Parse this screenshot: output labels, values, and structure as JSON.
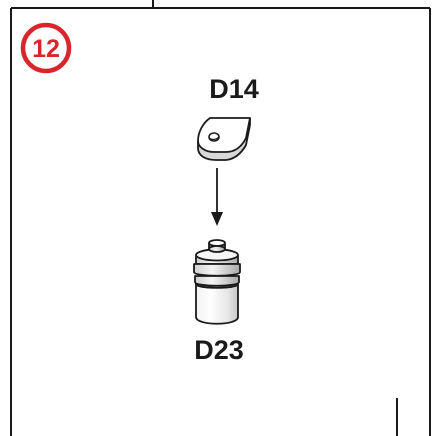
{
  "step": {
    "number": "12",
    "badge_color": "#d9262c"
  },
  "parts": {
    "top_label": "D14",
    "bottom_label": "D23"
  },
  "diagram": {
    "line_color": "#1a1a1a",
    "arrow_icon": "arrow-down-icon",
    "top_part_icon": "d14-bracket-piece-icon",
    "bottom_part_icon": "d23-cylinder-piece-icon"
  }
}
